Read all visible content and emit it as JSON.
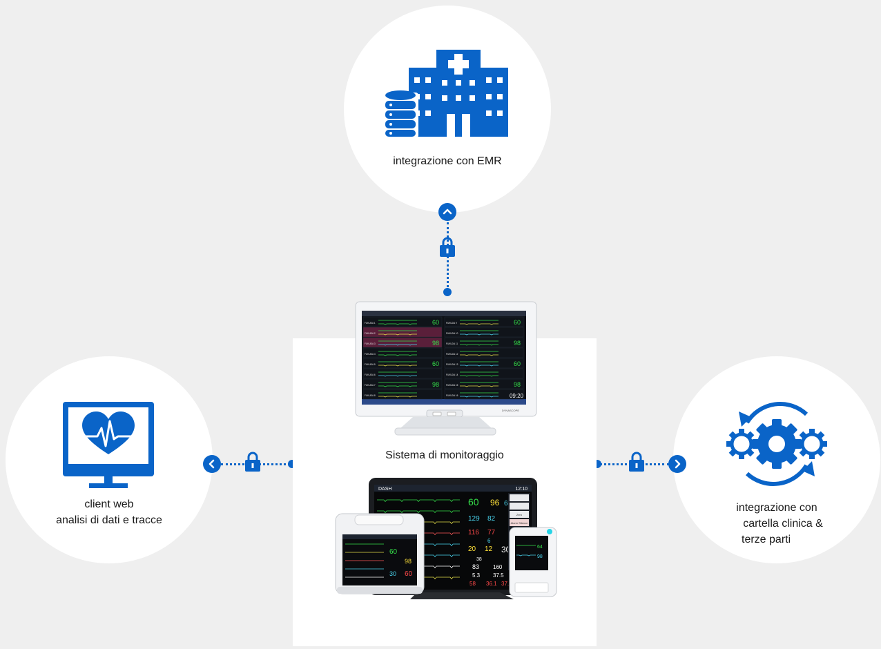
{
  "emr": {
    "label": "integrazione con EMR",
    "icon": "hospital-database-icon"
  },
  "web_client": {
    "label_line1": "client web",
    "label_line2": "analisi di dati e tracce",
    "icon": "monitor-heart-icon"
  },
  "third_party": {
    "label_line1": "integrazione con",
    "label_line2": "cartella clinica &",
    "label_line3": "terze parti",
    "icon": "gears-sync-icon"
  },
  "central": {
    "label": "Sistema di monitoraggio"
  },
  "monitor_screen": {
    "beds": [
      "FUKUDA 1",
      "FUKUDA 2",
      "FUKUDA 3",
      "FUKUDA 4",
      "FUKUDA 5",
      "FUKUDA 6",
      "FUKUDA 7",
      "FUKUDA 8",
      "FUKUDA 9",
      "FUKUDA 10",
      "FUKUDA 11",
      "FUKUDA 12",
      "FUKUDA 13",
      "FUKUDA 14",
      "FUKUDA 15",
      "FUKUDA 16"
    ],
    "values": [
      "60",
      "98",
      "60",
      "98",
      "60",
      "98",
      "60",
      "98"
    ],
    "clock": "09:20",
    "brand": "DYNASCOPE"
  },
  "devices": {
    "main_values": [
      "60",
      "96",
      "60",
      "129",
      "82",
      "116",
      "77",
      "6",
      "20",
      "12",
      "30",
      "38",
      "83",
      "160",
      "5.3",
      "37.5",
      "58",
      "36.1",
      "37.2"
    ],
    "side_buttons": [
      "",
      "",
      "Zero",
      "Alarm Silence"
    ],
    "small_values": [
      "60",
      "98",
      "30",
      "60"
    ],
    "tiny_values": [
      "64",
      "98"
    ],
    "clock": "12:10",
    "brand": "DASH"
  },
  "colors": {
    "accent": "#0a64c8",
    "background": "#efefef"
  }
}
